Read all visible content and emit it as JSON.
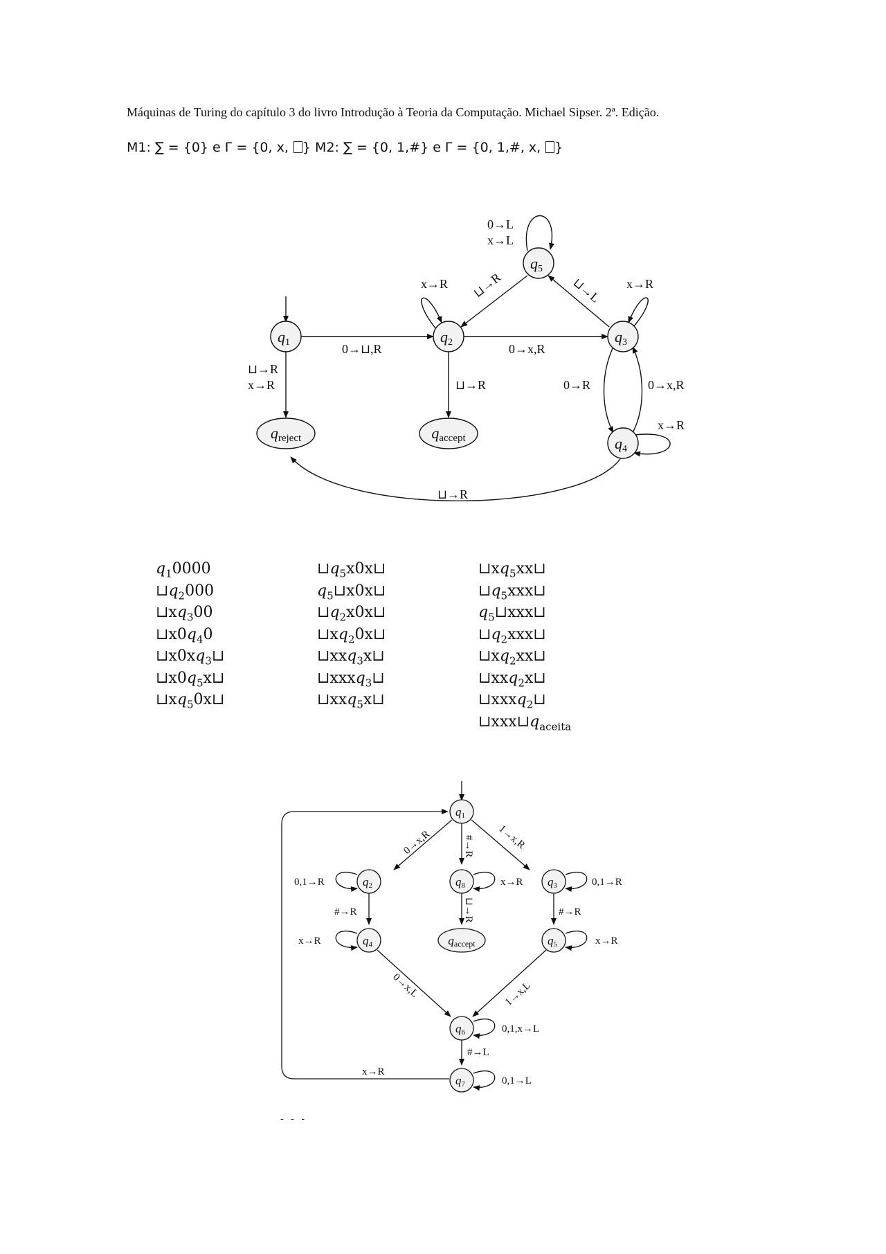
{
  "header": {
    "title": "Máquinas de Turing do capítulo 3 do livro Introdução à Teoria da Computação. Michael Sipser. 2ª. Edição.",
    "sets_text": "M1: ∑ = {0} e Γ = {0, x, ",
    "sets_text_mid": "}   M2: ∑ = {0, 1,#} e Γ = {0, 1,#, x, ",
    "sets_text_end": "}"
  },
  "m1": {
    "states": {
      "q1": "q1",
      "q2": "q2",
      "q3": "q3",
      "q4": "q4",
      "q5": "q5",
      "reject": "q_reject",
      "accept": "q_accept"
    },
    "labels": {
      "q5_self": [
        "0→L",
        "x→L"
      ],
      "q2_self": "x→R",
      "q3_self": "x→R",
      "q4_self": "x→R",
      "q5_q2": "⊔→R",
      "q3_q5": "⊔→L",
      "q1_q2": "0→⊔,R",
      "q2_q3": "0→x,R",
      "q1_reject": [
        "⊔→R",
        "x→R"
      ],
      "q2_accept": "⊔→R",
      "q3_q4": "0→R",
      "q4_q3": "0→x,R",
      "q4_reject": "⊔→R"
    }
  },
  "configurations": {
    "columns": [
      [
        "q10000",
        "⊔q2000",
        "⊔xq300",
        "⊔x0q40",
        "⊔x0xq3⊔",
        "⊔x0q5x⊔",
        "⊔xq50x⊔"
      ],
      [
        "⊔q5x0x⊔",
        "q5⊔x0x⊔",
        "⊔q2x0x⊔",
        "⊔xq20x⊔",
        "⊔xxq3x⊔",
        "⊔xxxq3⊔",
        "⊔xxq5x⊔"
      ],
      [
        "⊔xq5xx⊔",
        "⊔q5xxx⊔",
        "q5⊔xxx⊔",
        "⊔q2xxx⊔",
        "⊔xq2xx⊔",
        "⊔xxq2x⊔",
        "⊔xxxq2⊔",
        "⊔xxx⊔qaceita"
      ]
    ]
  },
  "m2": {
    "labels": {
      "q1_q2": "0→x,R",
      "q1_q8": "#→R",
      "q1_q3": "1→x,R",
      "q2_self": "0,1→R",
      "q8_self": "x→R",
      "q3_self": "0,1→R",
      "q2_q4": "#→R",
      "q8_accept": "⊔→R",
      "q3_q5": "#→R",
      "q4_self": "x→R",
      "q5_self": "x→R",
      "q4_q6": "0→x,L",
      "q5_q6": "1→x,L",
      "q6_self": "0,1,x→L",
      "q6_q7": "#→L",
      "q7_self": "0,1→L",
      "q7_q1": "x→R"
    }
  }
}
